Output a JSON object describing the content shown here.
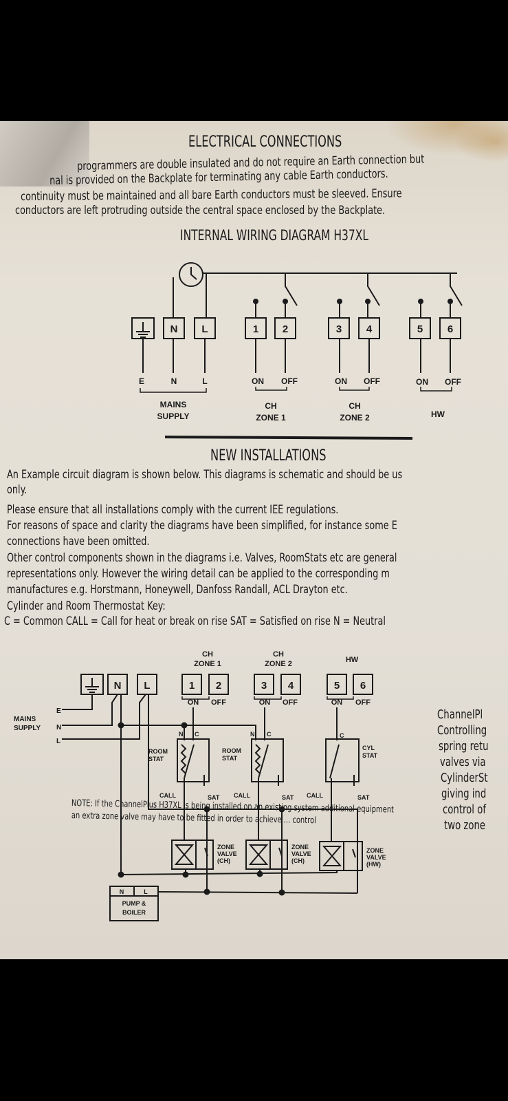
{
  "header": {
    "title": "ELECTRICAL CONNECTIONS"
  },
  "intro_lines": [
    "programmers are double insulated and do not require an Earth connection but",
    "nal is provided on the Backplate for terminating any cable Earth conductors.",
    "continuity must be maintained and all bare Earth conductors must be sleeved. Ensure",
    "conductors are left protruding outside the central space enclosed by the Backplate."
  ],
  "internal_diagram": {
    "title": "INTERNAL WIRING DIAGRAM H37XL",
    "terminals": [
      "N",
      "L",
      "1",
      "2",
      "3",
      "4",
      "5",
      "6"
    ],
    "mains_labels": [
      "E",
      "N",
      "L"
    ],
    "on": "ON",
    "off": "OFF",
    "groups": [
      {
        "line1": "MAINS",
        "line2": "SUPPLY"
      },
      {
        "line1": "CH",
        "line2": "ZONE 1"
      },
      {
        "line1": "CH",
        "line2": "ZONE 2"
      },
      {
        "line1": "HW",
        "line2": ""
      }
    ]
  },
  "new_installations": {
    "title": "NEW INSTALLATIONS",
    "lines": [
      "An Example circuit diagram is shown below. This diagrams is schematic and should be us",
      "only.",
      "Please ensure that all installations comply with the current IEE regulations.",
      "For reasons of space and clarity the diagrams have been simplified, for instance some E",
      "connections have been omitted.",
      "Other control components shown in the diagrams i.e. Valves, RoomStats etc are general",
      "representations only. However the wiring detail can be applied to the corresponding m",
      "manufactures e.g. Horstmann, Honeywell, Danfoss Randall, ACL Drayton etc.",
      "Cylinder and Room Thermostat Key:",
      "C = Common   CALL = Call for heat or break on rise    SAT = Satisfied on rise   N = Neutral"
    ]
  },
  "circuit_diagram": {
    "headers": [
      {
        "l1": "CH",
        "l2": "ZONE 1"
      },
      {
        "l1": "CH",
        "l2": "ZONE 2"
      },
      {
        "l1": "HW",
        "l2": ""
      }
    ],
    "terminals": [
      "N",
      "L",
      "1",
      "2",
      "3",
      "4",
      "5",
      "6"
    ],
    "on": "ON",
    "off": "OFF",
    "mains": {
      "l1": "MAINS",
      "l2": "SUPPLY",
      "e": "E",
      "n": "N",
      "l": "L"
    },
    "room_stat": {
      "l1": "ROOM",
      "l2": "STAT"
    },
    "cyl_stat": {
      "l1": "CYL",
      "l2": "STAT"
    },
    "stat_n": "N",
    "stat_c": "C",
    "call": "CALL",
    "sat": "SAT",
    "zone_valves": [
      {
        "l1": "ZONE",
        "l2": "VALVE",
        "l3": "(CH)"
      },
      {
        "l1": "ZONE",
        "l2": "VALVE",
        "l3": "(CH)"
      },
      {
        "l1": "ZONE",
        "l2": "VALVE",
        "l3": "(HW)"
      }
    ],
    "pump": {
      "n": "N",
      "l": "L",
      "l1": "PUMP &",
      "l2": "BOILER"
    }
  },
  "side_text": [
    "ChannelPl",
    "Controlling",
    "spring retu",
    "valves via",
    "CylinderSt",
    "giving ind",
    "control of",
    "two zone"
  ],
  "note": [
    "NOTE: If the ChannelPlus H37XL is being installed on an existing system additional equipment",
    "an extra zone valve may have to be fitted in order to achieve ... control"
  ]
}
